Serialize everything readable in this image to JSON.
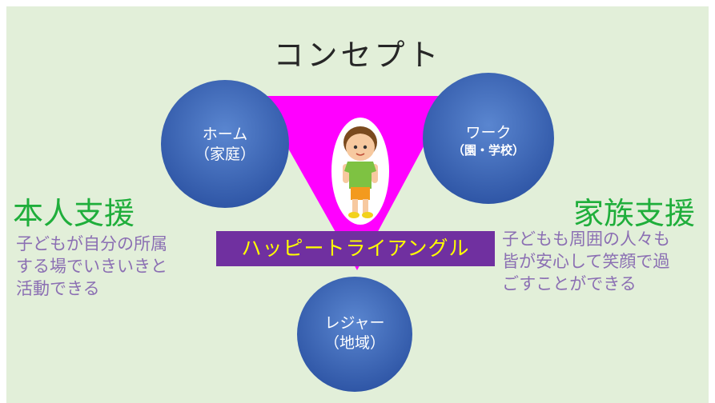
{
  "title": "コンセプト",
  "triangle_color": "#ff00ff",
  "circle_color": "#3d67b5",
  "circles": {
    "home": {
      "line1": "ホーム",
      "line2": "（家庭）"
    },
    "work": {
      "line1": "ワーク",
      "line2": "（園・学校）"
    },
    "leisure": {
      "line1": "レジャー",
      "line2": "（地域）"
    }
  },
  "banner": {
    "text": "ハッピートライアングル",
    "background": "#7030a0",
    "color": "#ffff00"
  },
  "left_panel": {
    "heading": "本人支援",
    "lines": [
      "子どもが自分の所属",
      "する場でいきいきと",
      "活動できる"
    ]
  },
  "right_panel": {
    "heading": "家族支援",
    "lines": [
      "子どもも周囲の人々も",
      "皆が安心して笑顔で過",
      "ごすことができる"
    ]
  },
  "center_image": "child-illustration"
}
